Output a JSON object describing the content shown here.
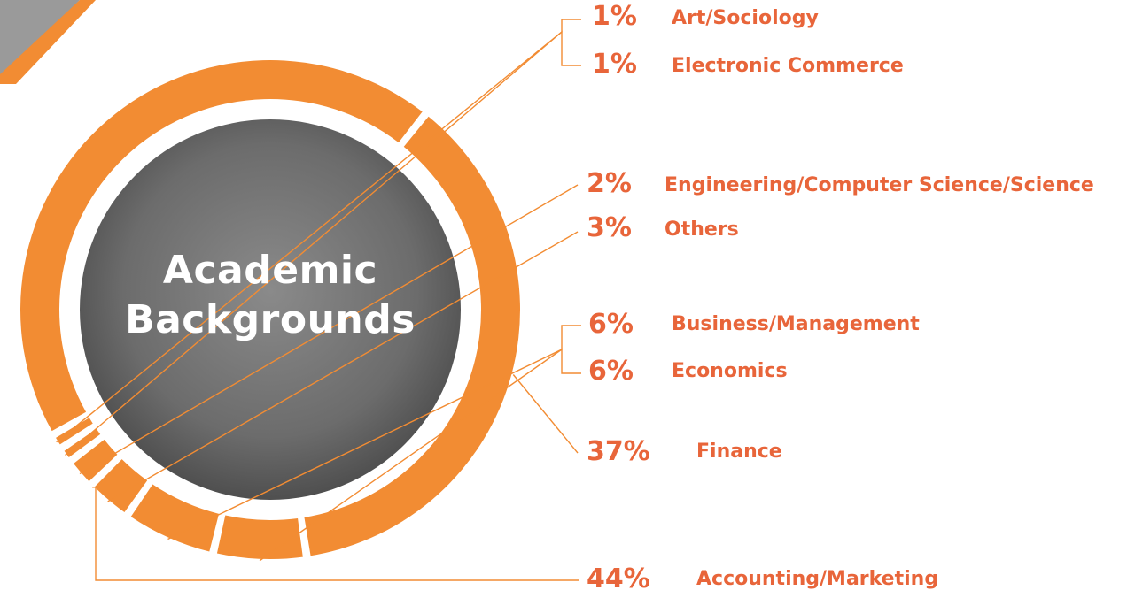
{
  "chart_data": {
    "type": "pie",
    "title": "Academic Backgrounds",
    "title_lines": [
      "Academic",
      "Backgrounds"
    ],
    "slices": [
      {
        "label": "Art/Sociology",
        "value": 1,
        "value_text": "1%"
      },
      {
        "label": "Electronic Commerce",
        "value": 1,
        "value_text": "1%"
      },
      {
        "label": "Engineering/Computer Science/Science",
        "value": 2,
        "value_text": "2%"
      },
      {
        "label": "Others",
        "value": 3,
        "value_text": "3%"
      },
      {
        "label": "Business/Management",
        "value": 6,
        "value_text": "6%"
      },
      {
        "label": "Economics",
        "value": 6,
        "value_text": "6%"
      },
      {
        "label": "Finance",
        "value": 37,
        "value_text": "37%"
      },
      {
        "label": "Accounting/Marketing",
        "value": 44,
        "value_text": "44%"
      }
    ],
    "colors": {
      "ring": "#f28c33",
      "text": "#e8653a",
      "leader": "#f28c33",
      "center": "#6f6f6f"
    }
  }
}
